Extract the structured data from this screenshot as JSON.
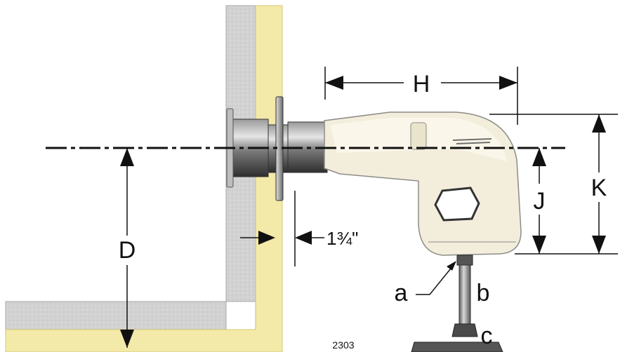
{
  "labels": {
    "H": "H",
    "K": "K",
    "J": "J",
    "D": "D",
    "clearance": "1¾\"",
    "a": "a",
    "b": "b",
    "c": "c",
    "figure_number": "2303"
  },
  "colors": {
    "concrete": "#d4d4d4",
    "insulation": "#f3e9a8",
    "burner_body": "#f3eddc",
    "burner_outline": "#8c8c88",
    "tube_dark": "#5a5a5a",
    "line": "#111111"
  }
}
